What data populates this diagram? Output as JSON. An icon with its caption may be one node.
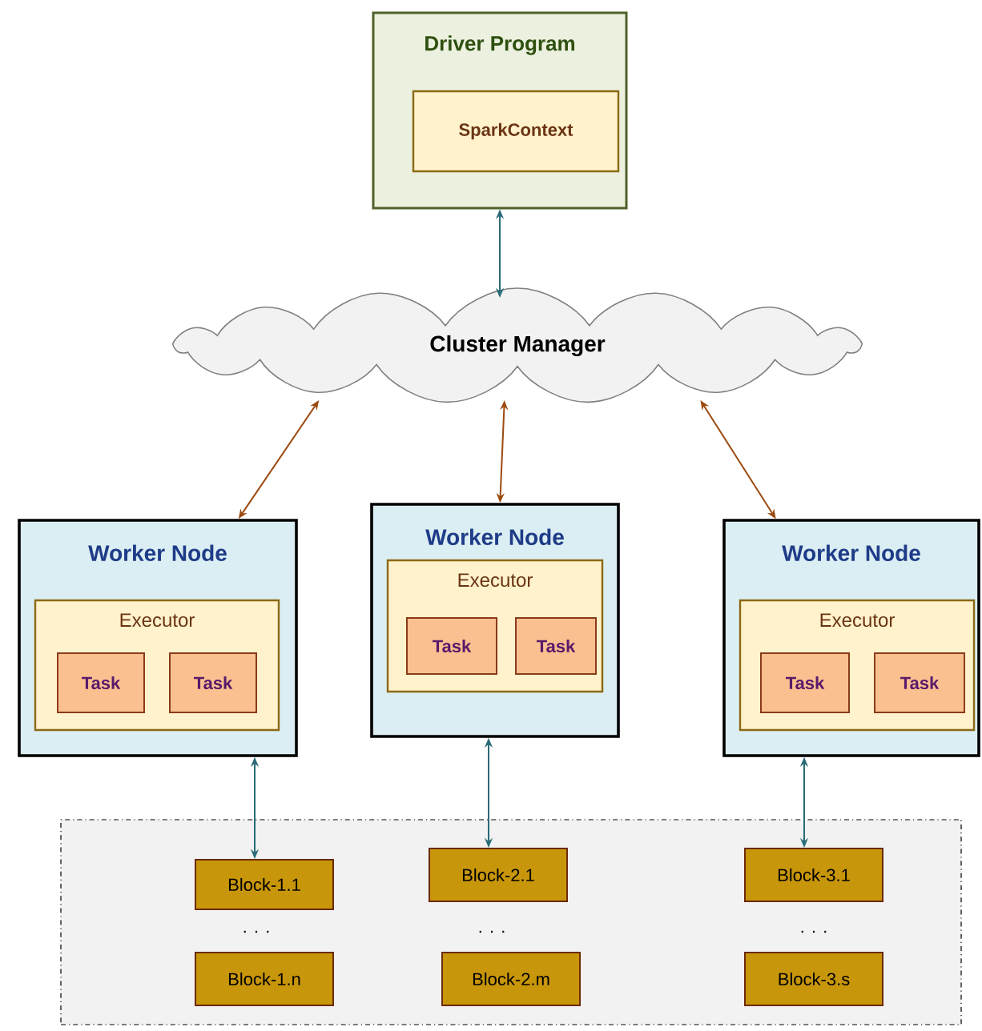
{
  "diagram": {
    "nodes": [
      {
        "text": [
          "Driver Program"
        ]
      },
      {
        "text": [
          "SparkContext"
        ],
        "in": 0
      },
      {
        "text": [
          "Cluster Manager"
        ]
      },
      {
        "text": [
          "Worker Node"
        ]
      },
      {
        "text": [
          "Executor"
        ],
        "in": 3
      },
      {
        "text": [
          "Task"
        ],
        "in": 4
      },
      {
        "text": [
          "Task"
        ],
        "in": 4
      },
      {
        "text": [
          "Worker Node"
        ]
      },
      {
        "text": [
          "Executor"
        ],
        "in": 7
      },
      {
        "text": [
          "Task"
        ],
        "in": 8
      },
      {
        "text": [
          "Task"
        ],
        "in": 8
      },
      {
        "text": [
          "Worker Node"
        ]
      },
      {
        "text": [
          "Executor"
        ],
        "in": 11
      },
      {
        "text": [
          "Task"
        ],
        "in": 12
      },
      {
        "text": [
          "Task"
        ],
        "in": 12
      },
      {
        "text": [],
        "shape": "box"
      },
      {
        "text": [
          "Block-1.1"
        ],
        "in": 15
      },
      {
        "text": [
          "Block-2.1"
        ],
        "in": 15
      },
      {
        "text": [
          "Block-3.1"
        ],
        "in": 15
      },
      {
        "text": [
          "Block-1.n"
        ],
        "in": 15
      },
      {
        "text": [
          "Block-2.m"
        ],
        "in": 15
      },
      {
        "text": [
          "Block-3.s"
        ],
        "in": 15
      }
    ],
    "edges": [
      {
        "from": 0,
        "to": 2,
        "arrow": "both"
      },
      {
        "from": 2,
        "to": 3,
        "arrow": "both",
        "color": "#9c4a10"
      },
      {
        "from": 2,
        "to": 7,
        "arrow": "both",
        "color": "#9c4a10"
      },
      {
        "from": 2,
        "to": 11,
        "arrow": "both",
        "color": "#9c4a10"
      },
      {
        "from": 3,
        "to": 16,
        "arrow": "both"
      },
      {
        "from": 7,
        "to": 17,
        "arrow": "both"
      },
      {
        "from": 11,
        "to": 18,
        "arrow": "both"
      }
    ],
    "labels": [
      ". . .",
      ". . .",
      ". . ."
    ]
  }
}
